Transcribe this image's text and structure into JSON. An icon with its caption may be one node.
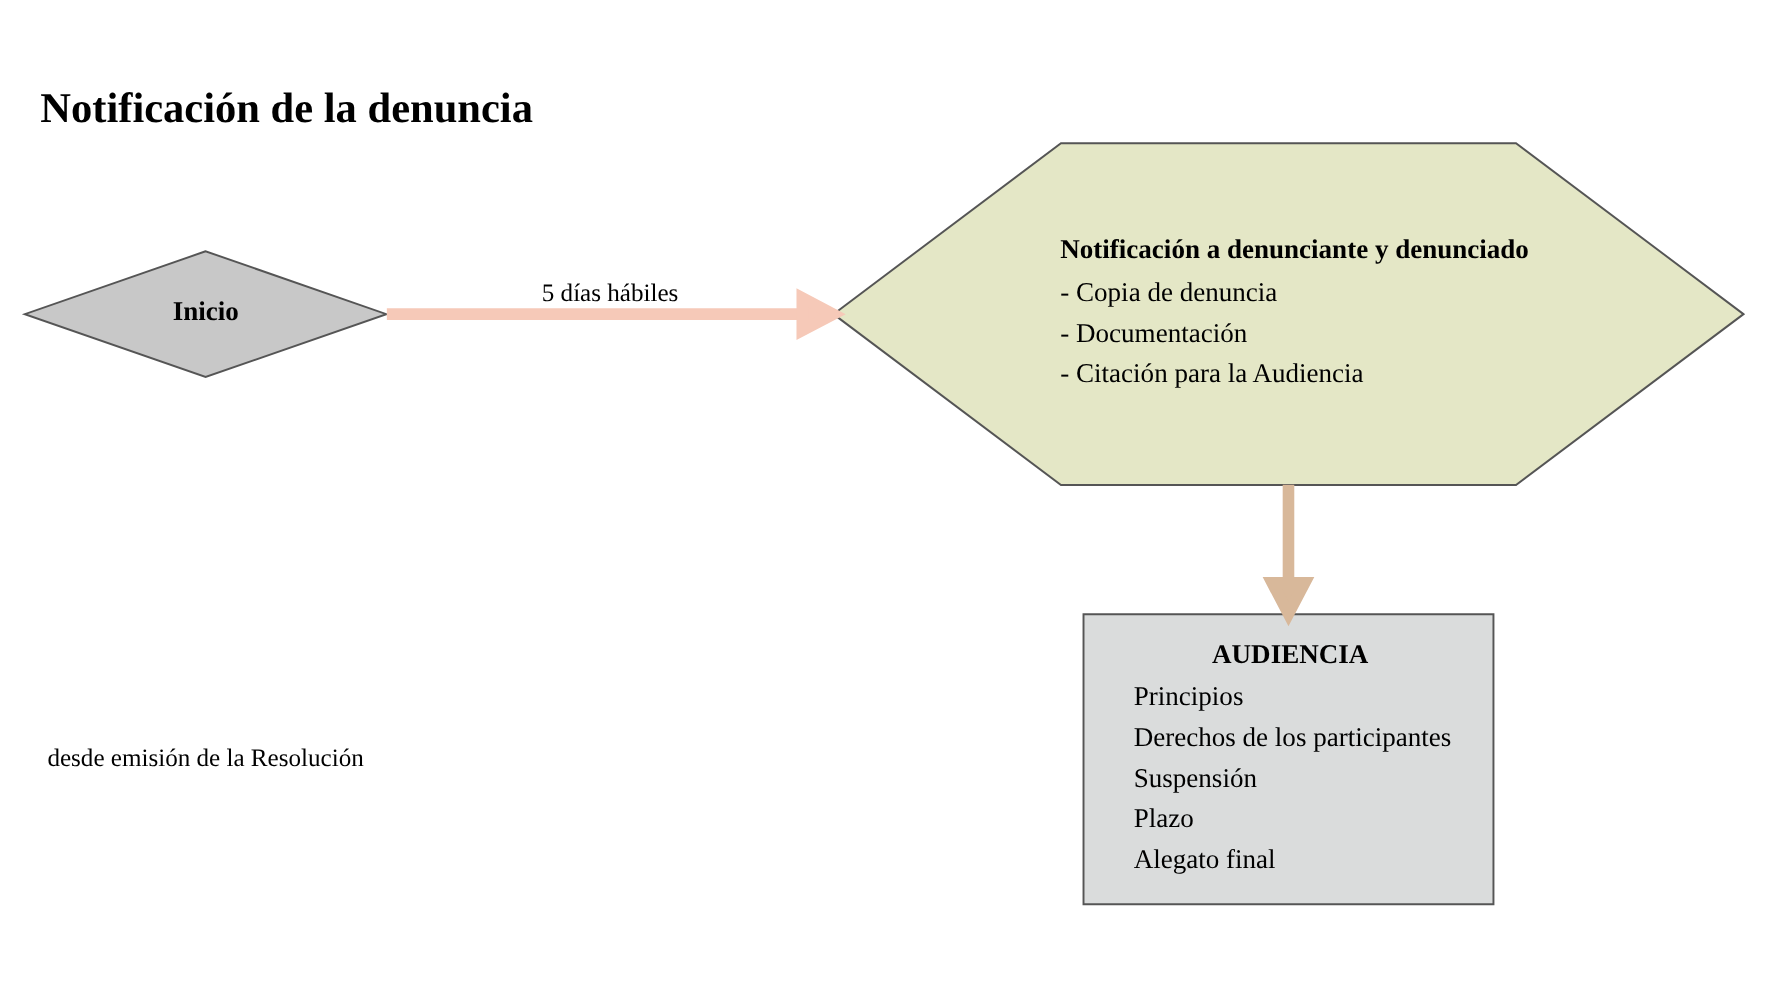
{
  "diagram": {
    "title": "Notificación de la denuncia",
    "nodes": [
      {
        "text": [
          "Inicio"
        ]
      },
      {
        "text": [
          "Notificación a denunciante y denunciado",
          "- Copia de denuncia",
          "- Documentación",
          "- Citación para la Audiencia"
        ]
      },
      {
        "text": [
          "AUDIENCIA",
          "Principios",
          "Derechos de los participantes",
          "Suspensión",
          "Plazo",
          "Alegato final"
        ]
      }
    ],
    "edges": [
      {
        "from": 0,
        "to": 1,
        "arrow": "to",
        "label": "5 días hábiles",
        "color": "#f6c9b8"
      },
      {
        "from": 1,
        "to": 2,
        "arrow": "to",
        "color": "#d8b89a"
      }
    ],
    "labels": [
      "desde emisión de la Resolución"
    ]
  }
}
